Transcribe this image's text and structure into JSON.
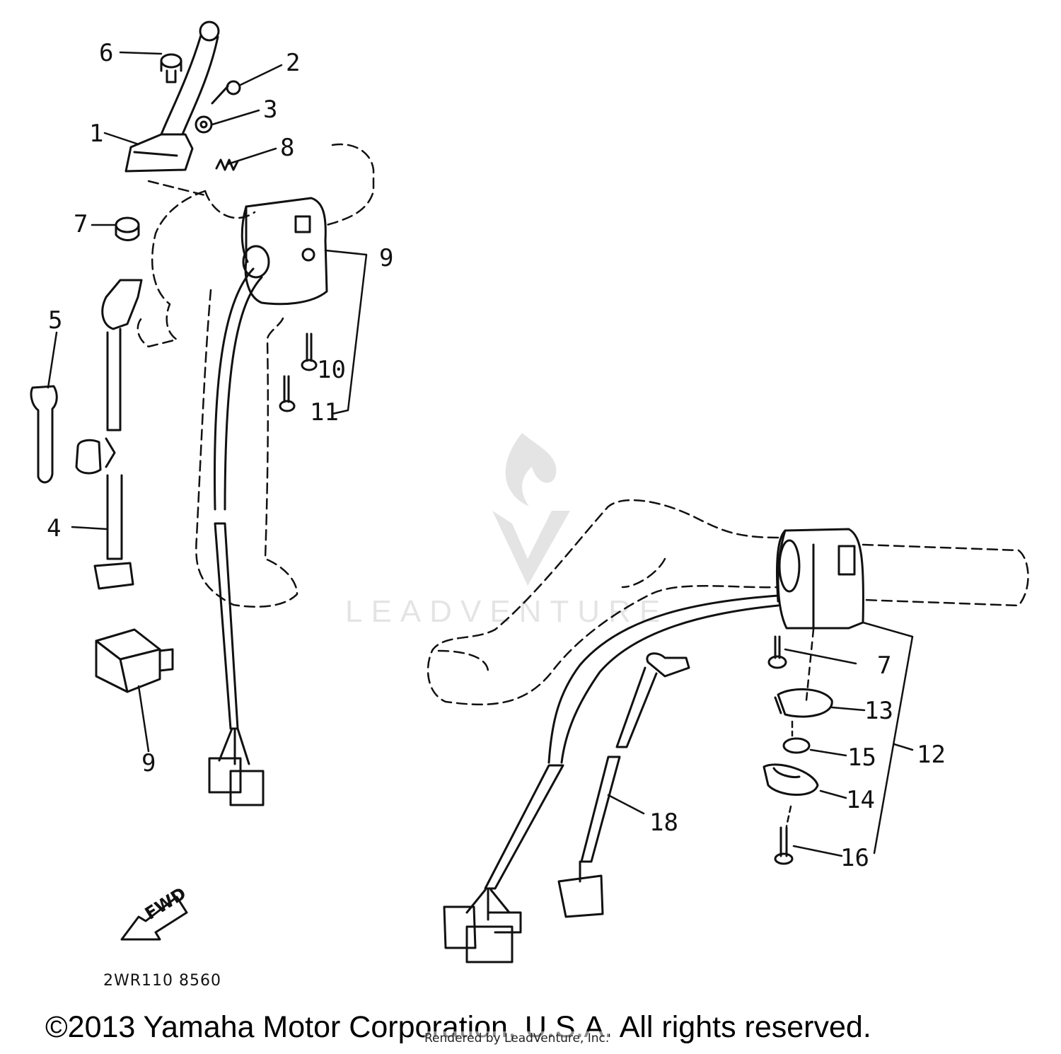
{
  "diagram": {
    "callouts": [
      "6",
      "2",
      "3",
      "1",
      "8",
      "7",
      "9",
      "5",
      "10",
      "11",
      "4",
      "9",
      "7",
      "13",
      "12",
      "15",
      "14",
      "16",
      "18"
    ],
    "fwd_arrow_label": "FWD",
    "diagram_code": "2WR110 8560",
    "watermark_text": "LEADVENTURE",
    "watermark_icon": "leadventure-flame-logo"
  },
  "footer": {
    "copyright": "©2013 Yamaha Motor Corporation, U.S.A. All rights reserved.",
    "rendered_by": "Rendered by LeadVenture, Inc."
  }
}
